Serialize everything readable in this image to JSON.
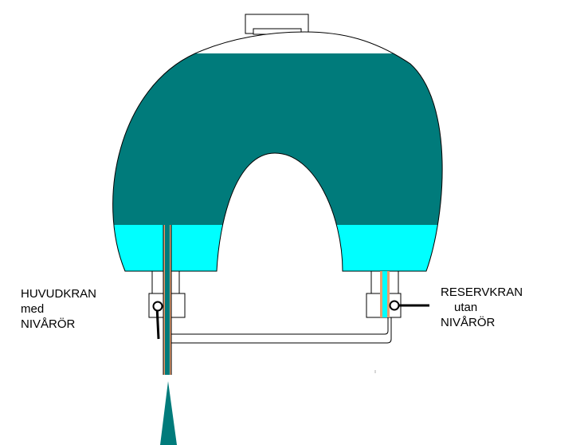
{
  "labels": {
    "main_valve": {
      "line1": "HUVUDKRAN",
      "line2": "med",
      "line3": "NIVÅRÖR"
    },
    "reserve_valve": {
      "line1": "RESERVKRAN",
      "line2": "utan",
      "line3": "NIVÅRÖR"
    }
  },
  "colors": {
    "fuel": "#007b7b",
    "reserve_fuel": "#00ffff",
    "level_tube": "#e8a070",
    "outline": "#000000",
    "background": "#ffffff"
  }
}
